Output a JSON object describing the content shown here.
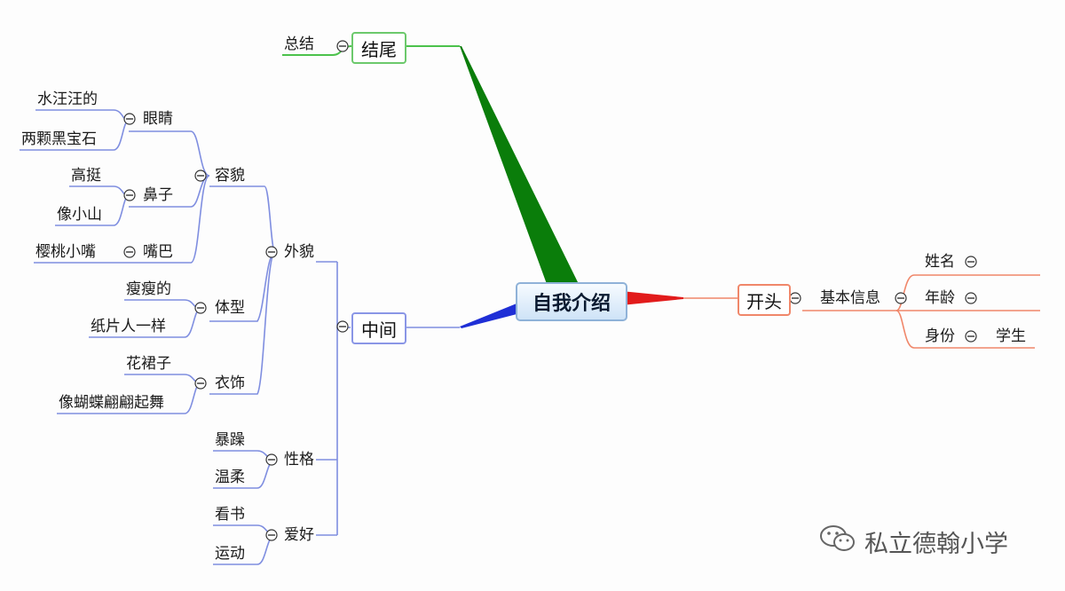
{
  "mindmap": {
    "center": "自我介绍",
    "branches": {
      "ending": {
        "label": "结尾",
        "children": [
          "总结"
        ]
      },
      "middle": {
        "label": "中间",
        "appearance": {
          "label": "外貌",
          "face": {
            "label": "容貌",
            "eyes": {
              "label": "眼睛",
              "items": [
                "水汪汪的",
                "两颗黑宝石"
              ]
            },
            "nose": {
              "label": "鼻子",
              "items": [
                "高挺",
                "像小山"
              ]
            },
            "mouth": {
              "label": "嘴巴",
              "items": [
                "樱桃小嘴"
              ]
            }
          },
          "body": {
            "label": "体型",
            "items": [
              "瘦瘦的",
              "纸片人一样"
            ]
          },
          "clothing": {
            "label": "衣饰",
            "items": [
              "花裙子",
              "像蝴蝶翩翩起舞"
            ]
          }
        },
        "personality": {
          "label": "性格",
          "items": [
            "暴躁",
            "温柔"
          ]
        },
        "hobby": {
          "label": "爱好",
          "items": [
            "看书",
            "运动"
          ]
        }
      },
      "opening": {
        "label": "开头",
        "basic_info": {
          "label": "基本信息",
          "items": [
            "姓名",
            "年龄",
            "身份"
          ],
          "identity_value": "学生"
        }
      }
    },
    "colors": {
      "ending_branch": "#0a7d0a",
      "middle_branch": "#1f2fd6",
      "opening_branch": "#e21b1b",
      "ending_lines": "#4cc24c",
      "middle_lines": "#7f8ee0",
      "opening_lines": "#f0876a"
    }
  },
  "watermark": {
    "text": "私立德翰小学",
    "icon": "wechat-icon"
  }
}
